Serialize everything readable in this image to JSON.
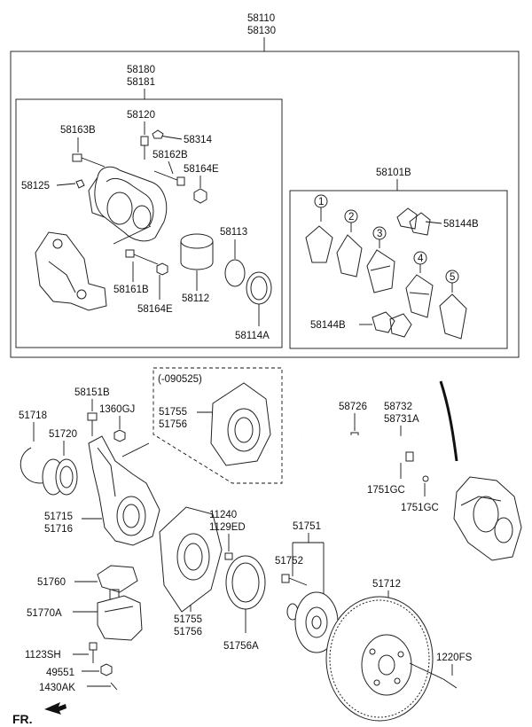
{
  "labels": {
    "l58110": "58110",
    "l58130": "58130",
    "l58180": "58180",
    "l58181": "58181",
    "l58120": "58120",
    "l58163B": "58163B",
    "l58314": "58314",
    "l58162B": "58162B",
    "l58164E_a": "58164E",
    "l58125": "58125",
    "l58113": "58113",
    "l58161B": "58161B",
    "l58112": "58112",
    "l58164E_b": "58164E",
    "l58114A": "58114A",
    "l58101B": "58101B",
    "l58144B_a": "58144B",
    "l58144B_b": "58144B",
    "pad1": "1",
    "pad2": "2",
    "pad3": "3",
    "pad4": "4",
    "pad5": "5",
    "l090525": "(-090525)",
    "l51755_a": "51755",
    "l51756_a": "51756",
    "l58151B": "58151B",
    "l1360GJ": "1360GJ",
    "l51718": "51718",
    "l51720": "51720",
    "l51715": "51715",
    "l51716": "51716",
    "l51760": "51760",
    "l51770A": "51770A",
    "l1123SH": "1123SH",
    "l49551": "49551",
    "l1430AK": "1430AK",
    "l58726": "58726",
    "l58732": "58732",
    "l58731A": "58731A",
    "l1751GC_a": "1751GC",
    "l1751GC_b": "1751GC",
    "l11240": "11240",
    "l1129ED": "1129ED",
    "l51751": "51751",
    "l51752": "51752",
    "l51755_b": "51755",
    "l51756_b": "51756",
    "l51756A": "51756A",
    "l51712": "51712",
    "l1220FS": "1220FS",
    "fr": "FR."
  }
}
